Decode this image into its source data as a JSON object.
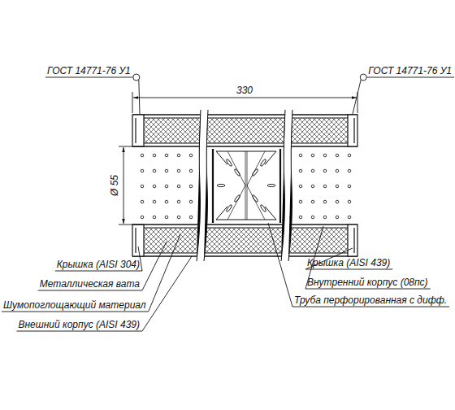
{
  "diagram": {
    "labels": [
      "ГОСТ 14771-76 У1",
      "ГОСТ 14771-76 У1",
      "330",
      "Ø 55",
      "Крышка (AISI 304)",
      "Металлическая вата",
      "Шумопоглощающий материал",
      "Внешний корпус (AISI 439)",
      "Крышка (AISI 439)",
      "Внутренний корпус (08пс)",
      "Труба перфорированная с дифф."
    ]
  }
}
